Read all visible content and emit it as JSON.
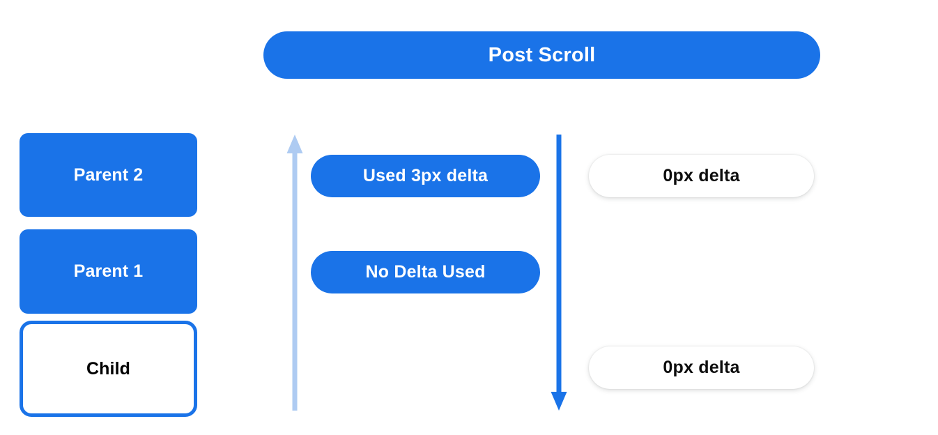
{
  "header": {
    "title": "Post Scroll"
  },
  "colors": {
    "primary_blue": "#1a73e8",
    "light_blue": "#aecbf2",
    "white": "#ffffff",
    "text_dark": "#0d0d0d",
    "background": "#ffffff"
  },
  "left_column": {
    "nodes": [
      {
        "label": "Parent 2",
        "style": "filled"
      },
      {
        "label": "Parent 1",
        "style": "filled"
      },
      {
        "label": "Child",
        "style": "outlined"
      }
    ]
  },
  "arrows": {
    "left": {
      "name": "scroll-up-arrow",
      "direction": "up",
      "color": "#aecbf2"
    },
    "right": {
      "name": "scroll-down-arrow",
      "direction": "down",
      "color": "#1a73e8"
    }
  },
  "middle_column": {
    "pills": [
      {
        "label": "Used 3px delta"
      },
      {
        "label": "No Delta Used"
      }
    ]
  },
  "right_column": {
    "pills": [
      {
        "label": "0px delta"
      },
      {
        "label": "0px delta"
      }
    ]
  }
}
